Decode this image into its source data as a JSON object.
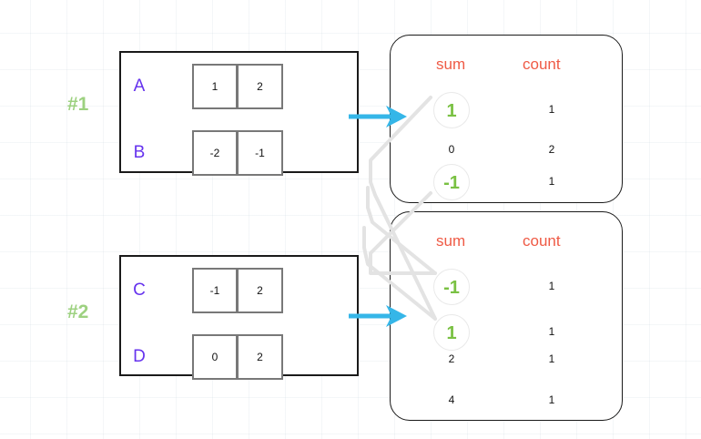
{
  "diagram": {
    "title": "Partial aggregation combine diagram",
    "colors": {
      "section_label": "#8cc96a",
      "row_label": "#6633ee",
      "header": "#ef5a45",
      "circled_value": "#7ac143",
      "arrow": "#35b6e8",
      "connector": "#e2e2e2",
      "panel_border": "#1a1a1a",
      "cell_border": "#787878",
      "grid": "#aabec8"
    },
    "sections": [
      {
        "label": "#1",
        "rows": [
          {
            "name": "A",
            "cells": [
              "1",
              "2"
            ]
          },
          {
            "name": "B",
            "cells": [
              "-2",
              "-1"
            ]
          }
        ],
        "aggregate": {
          "headers": {
            "sum": "sum",
            "count": "count"
          },
          "rows": [
            {
              "sum": "1",
              "count": "1",
              "highlight": true
            },
            {
              "sum": "0",
              "count": "2",
              "highlight": false
            },
            {
              "sum": "-1",
              "count": "1",
              "highlight": true
            }
          ]
        }
      },
      {
        "label": "#2",
        "rows": [
          {
            "name": "C",
            "cells": [
              "-1",
              "2"
            ]
          },
          {
            "name": "D",
            "cells": [
              "0",
              "2"
            ]
          }
        ],
        "aggregate": {
          "headers": {
            "sum": "sum",
            "count": "count"
          },
          "rows": [
            {
              "sum": "-1",
              "count": "1",
              "highlight": true
            },
            {
              "sum": "1",
              "count": "1",
              "highlight": true
            },
            {
              "sum": "2",
              "count": "1",
              "highlight": false
            },
            {
              "sum": "4",
              "count": "1",
              "highlight": false
            }
          ]
        }
      }
    ],
    "arrows": [
      {
        "name": "arrow-section-1",
        "from": "left-panel-1",
        "to": "agg-panel-1"
      },
      {
        "name": "arrow-section-2",
        "from": "left-panel-2",
        "to": "agg-panel-2"
      }
    ],
    "matches": [
      {
        "from": "section-1-sum-1",
        "to": "section-2-sum-1"
      },
      {
        "from": "section-1-sum--1",
        "to": "section-2-sum--1"
      }
    ]
  }
}
